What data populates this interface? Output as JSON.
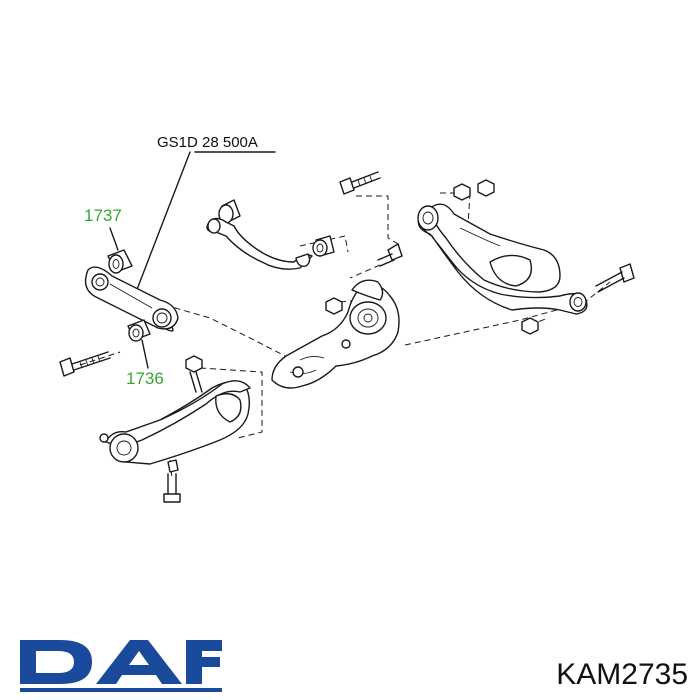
{
  "diagram": {
    "callouts": {
      "main_part": "GS1D 28 500A",
      "bushing_upper": "1737",
      "bushing_lower": "1736"
    }
  },
  "brand": {
    "logo_text": "DAF",
    "logo_color": "#1a4a9b"
  },
  "part_number": "KAM2735",
  "colors": {
    "callout_green": "#3aa637",
    "line": "#1a1a1a"
  }
}
